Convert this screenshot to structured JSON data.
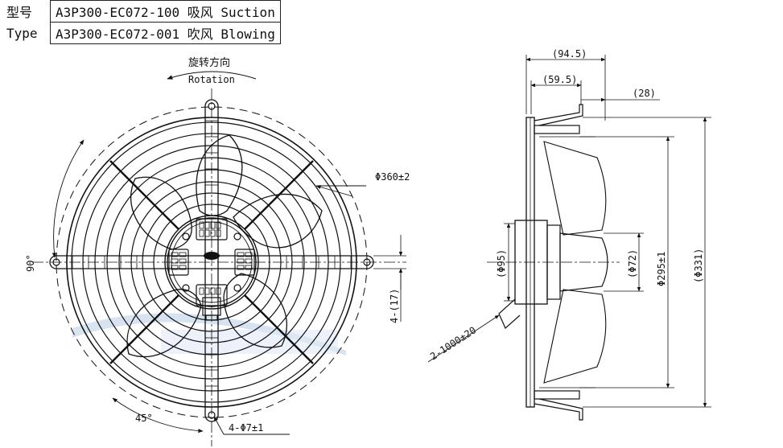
{
  "spec_table": {
    "rows": [
      {
        "label": "型号",
        "value": "A3P300-EC072-100 吸风 Suction"
      },
      {
        "label": "Type",
        "value": "A3P300-EC072-001 吹风 Blowing"
      }
    ]
  },
  "front_view": {
    "rotation_cn": "旋转方向",
    "rotation_en": "Rotation",
    "diameter_label": "Φ360±2",
    "angle_90": "90°",
    "angle_45": "45°",
    "holes_label": "4-Φ7±1",
    "slot_label": "4-(17)"
  },
  "side_view": {
    "depth_total": "(94.5)",
    "depth_mid": "(59.5)",
    "depth_lip": "(28)",
    "hub_left": "(Φ95)",
    "hub_right": "(Φ72)",
    "dia_295": "Φ295±1",
    "dia_331": "(Φ331)",
    "cable": "2-1000±20"
  },
  "colors": {
    "line": "#111111",
    "watermark": "#b9cde6"
  }
}
